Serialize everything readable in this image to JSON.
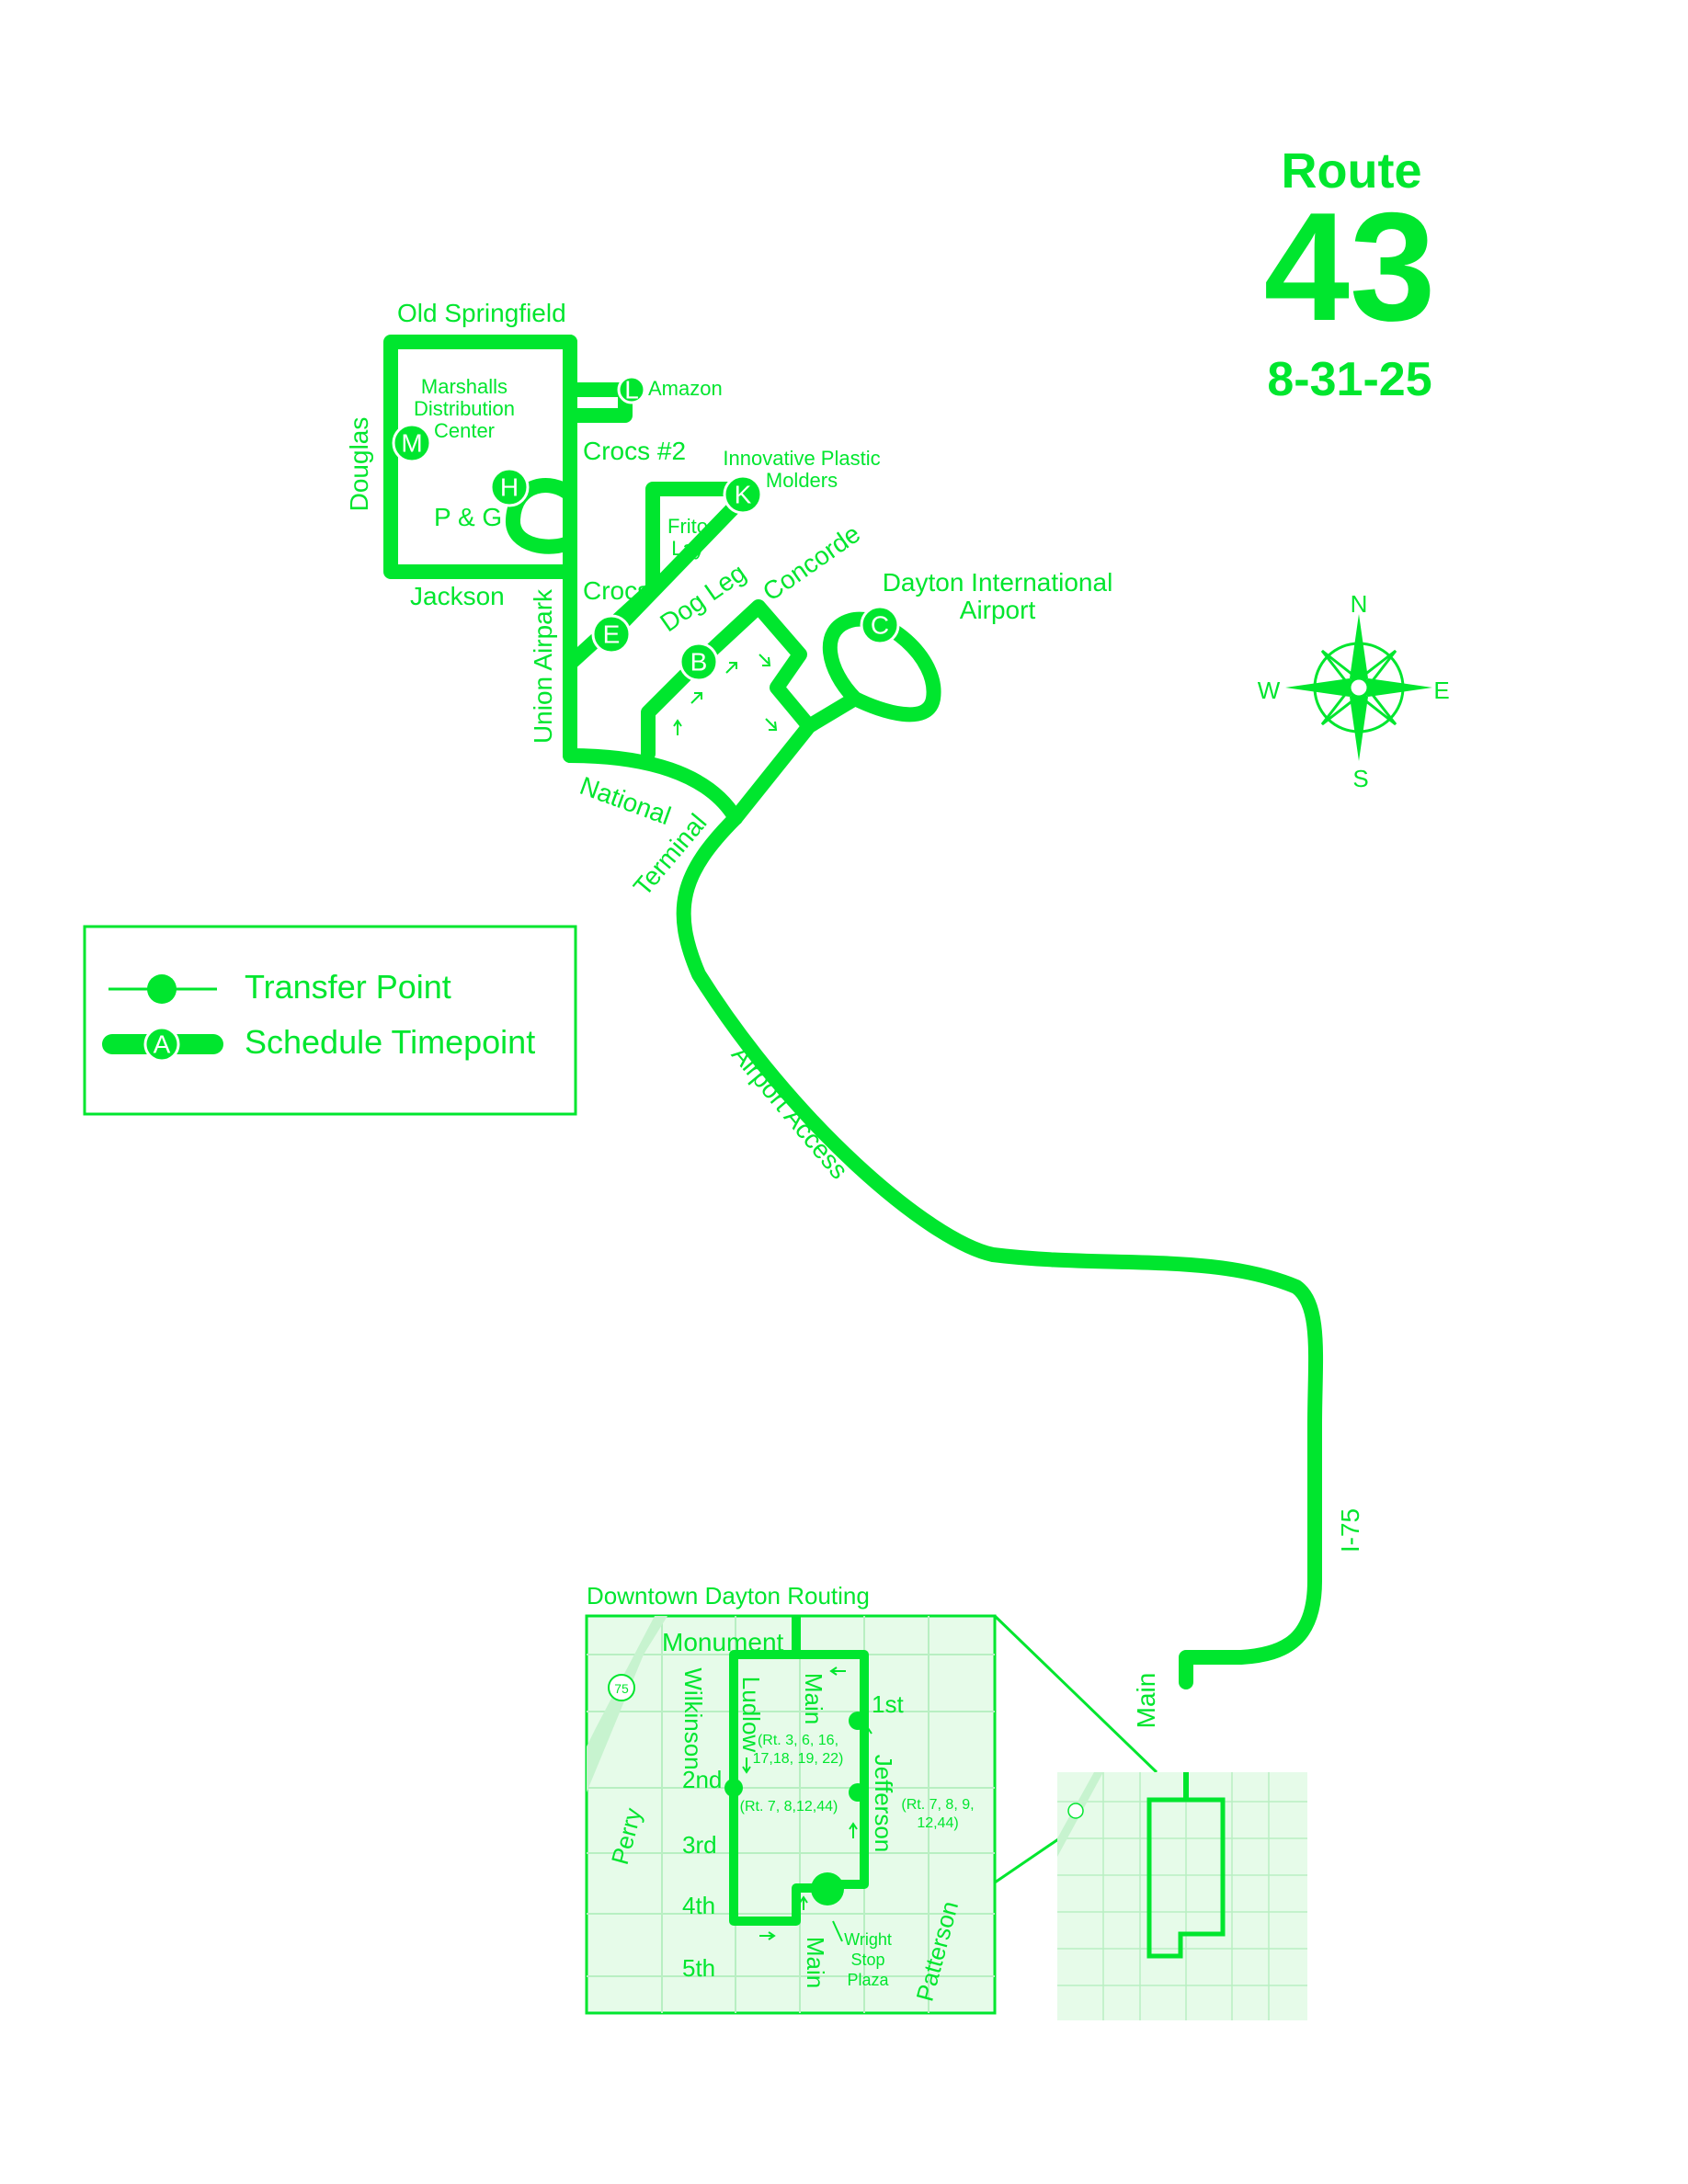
{
  "header": {
    "route_word": "Route",
    "route_number": "43",
    "effective_date": "8-31-25"
  },
  "colors": {
    "route": "#00e62e",
    "inset_fill": "#e6fbe9",
    "inset_grid": "#b8efc2"
  },
  "compass": {
    "n": "N",
    "s": "S",
    "e": "E",
    "w": "W"
  },
  "legend": {
    "transfer_point": "Transfer Point",
    "schedule_timepoint": "Schedule Timepoint",
    "timepoint_sample": "A"
  },
  "streets": {
    "old_springfield": "Old Springfield",
    "douglas": "Douglas",
    "jackson": "Jackson",
    "union_airpark": "Union Airpark",
    "national": "National",
    "terminal": "Terminal",
    "dog_leg": "Dog Leg",
    "concorde": "Concorde",
    "airport_access": "Airport Access",
    "i75": "I-75",
    "main": "Main"
  },
  "places": {
    "marshalls": "Marshalls",
    "distribution": "Distribution",
    "center": "Center",
    "amazon": "Amazon",
    "crocs2": "Crocs #2",
    "pg": "P & G",
    "crocs": "Crocs",
    "frito": "Frito",
    "lay": "Lay",
    "innovative": "Innovative Plastic",
    "molders": "Molders",
    "airport1": "Dayton International",
    "airport2": "Airport"
  },
  "timepoints": [
    "M",
    "L",
    "H",
    "K",
    "E",
    "B",
    "C"
  ],
  "inset": {
    "title": "Downtown Dayton Routing",
    "monument": "Monument",
    "wilkinson": "Wilkinson",
    "ludlow": "Ludlow",
    "main": "Main",
    "jefferson": "Jefferson",
    "first": "1st",
    "second": "2nd",
    "third": "3rd",
    "fourth": "4th",
    "fifth": "5th",
    "perry": "Perry",
    "patterson": "Patterson",
    "main_bottom": "Main",
    "routes_a1": "(Rt. 3, 6, 16,",
    "routes_a2": "17,18, 19, 22)",
    "routes_b": "(Rt. 7, 8,12,44)",
    "routes_c1": "(Rt.  7, 8, 9,",
    "routes_c2": "12,44)",
    "wright1": "Wright",
    "wright2": "Stop",
    "wright3": "Plaza",
    "interstate_shield": "75"
  }
}
